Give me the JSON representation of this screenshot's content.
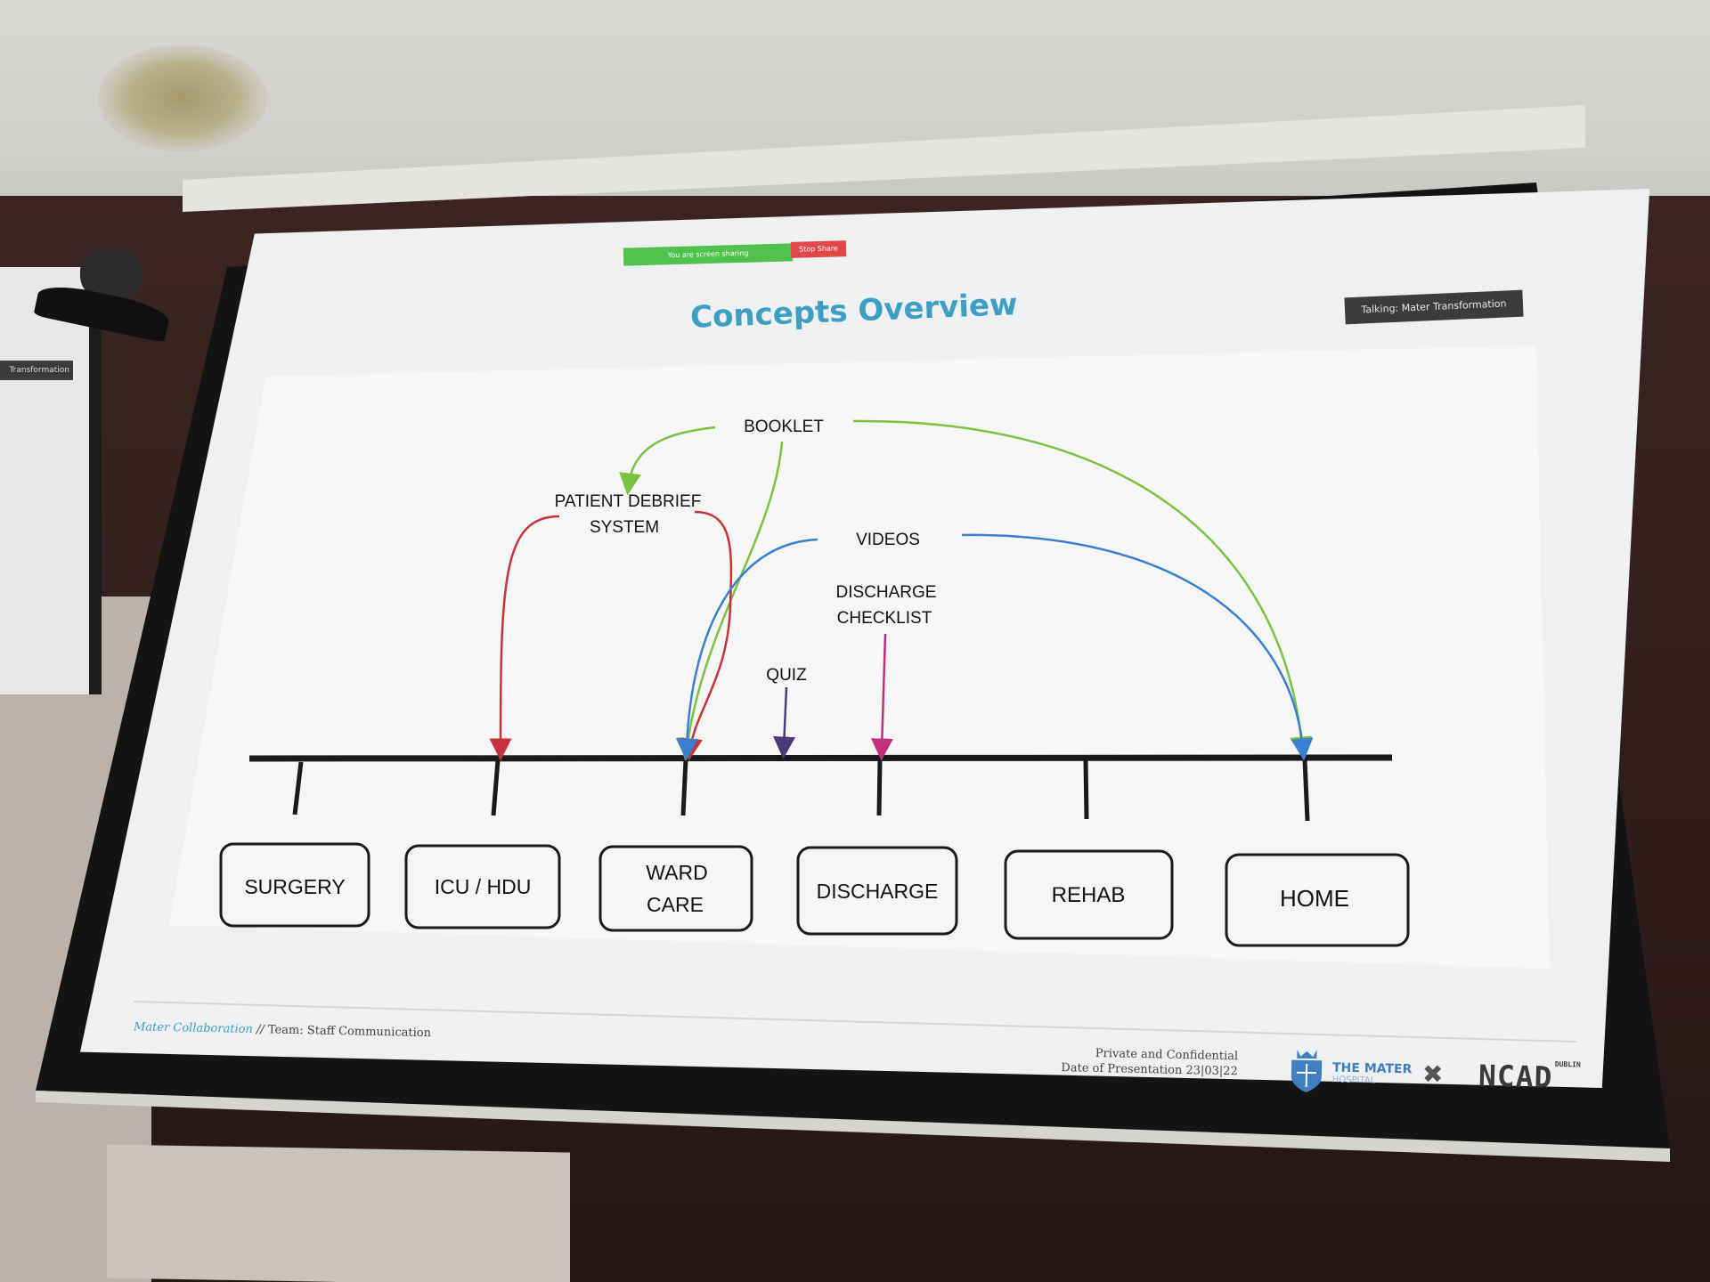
{
  "screen_share": {
    "status_text": "You are screen sharing",
    "stop_label": "Stop Share"
  },
  "side_screen": {
    "label": "Transformation"
  },
  "slide": {
    "title": "Concepts Overview",
    "tag": "Talking: Mater Transformation",
    "footer_left": {
      "project": "Mater Collaboration",
      "separator": " // ",
      "team": "Team: Staff Communication"
    },
    "footer_right": {
      "line1": "Private and Confidential",
      "line2": "Date of Presentation 23|03|22"
    },
    "logos": {
      "mater_name": "THE MATER",
      "mater_sub": "HOSPITAL",
      "cross": "✖",
      "ncad": "NCAD",
      "ncad_sub": "DUBLIN"
    }
  },
  "diagram": {
    "stages": [
      {
        "line1": "SURGERY",
        "line2": ""
      },
      {
        "line1": "ICU / HDU",
        "line2": ""
      },
      {
        "line1": "WARD",
        "line2": "CARE"
      },
      {
        "line1": "DISCHARGE",
        "line2": ""
      },
      {
        "line1": "REHAB",
        "line2": ""
      },
      {
        "line1": "HOME",
        "line2": ""
      }
    ],
    "concepts": {
      "booklet": "BOOKLET",
      "debrief_line1": "PATIENT DEBRIEF",
      "debrief_line2": "SYSTEM",
      "videos": "VIDEOS",
      "checklist_line1": "DISCHARGE",
      "checklist_line2": "CHECKLIST",
      "quiz": "QUIZ"
    },
    "colors": {
      "booklet": "#7cc242",
      "debrief": "#c8323a",
      "videos": "#3b7fd0",
      "checklist": "#c0307a",
      "quiz": "#4a3a7a",
      "timeline": "#1a1a1a"
    }
  }
}
